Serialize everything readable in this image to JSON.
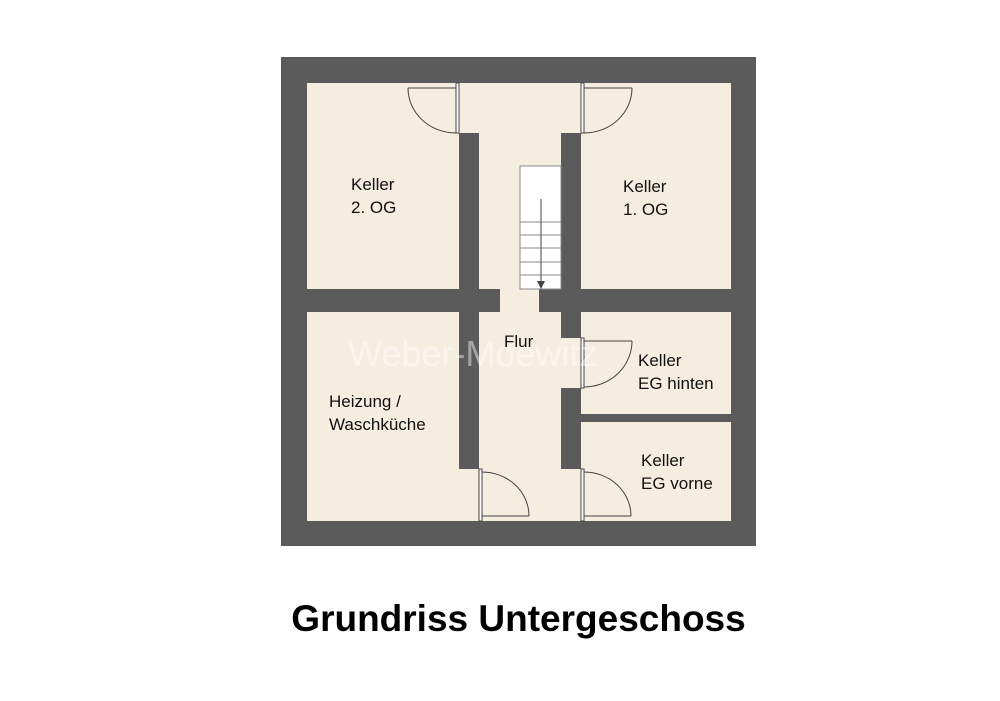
{
  "title": "Grundriss Untergeschoss",
  "watermark": "Weber-Moewitz",
  "colors": {
    "wall": "#5b5b5b",
    "floor": "#f4ede0",
    "stair": "#ffffff",
    "line": "#444444",
    "text": "#111111"
  },
  "rooms": [
    {
      "id": "keller-2og",
      "line1": "Keller",
      "line2": "2. OG"
    },
    {
      "id": "keller-1og",
      "line1": "Keller",
      "line2": "1. OG"
    },
    {
      "id": "flur",
      "line1": "Flur",
      "line2": ""
    },
    {
      "id": "keller-eg-hinten",
      "line1": "Keller",
      "line2": "EG hinten"
    },
    {
      "id": "heizung",
      "line1": "Heizung /",
      "line2": "Waschküche"
    },
    {
      "id": "keller-eg-vorne",
      "line1": "Keller",
      "line2": "EG vorne"
    }
  ]
}
